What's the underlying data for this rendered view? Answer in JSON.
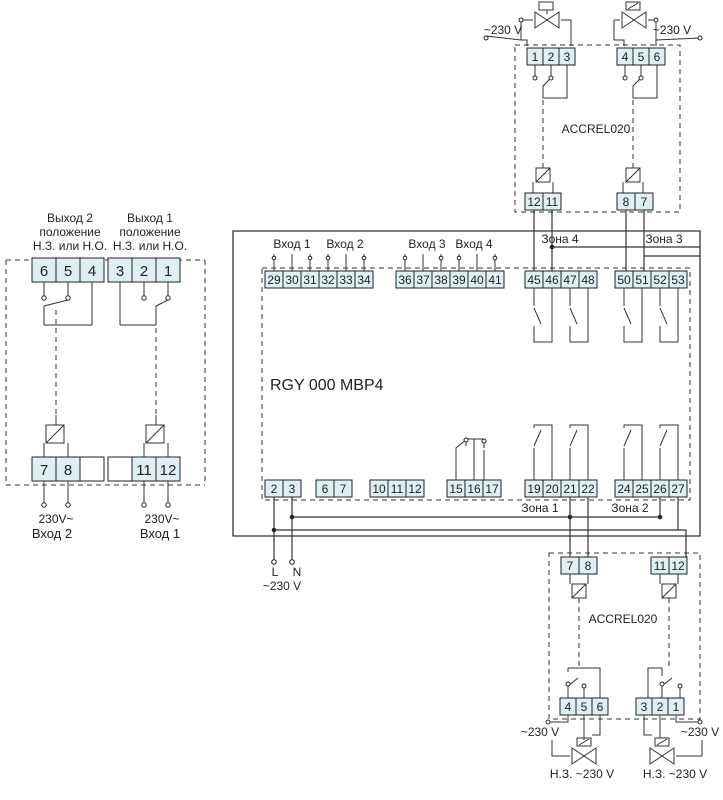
{
  "title": "RGY 000 MBP4",
  "labels": {
    "vyhod2": "Выход 2",
    "vyhod1": "Выход 1",
    "polozhenie": "положение",
    "nz_no": "Н.З. или Н.О.",
    "v230_top_left": "~230 V",
    "v230_top_right": "~230 V",
    "accrel_top": "ACCREL020",
    "accrel_bottom": "ACCREL020",
    "zona4": "Зона 4",
    "zona3": "Зона 3",
    "zona1": "Зона 1",
    "zona2": "Зона 2",
    "vhod1_top": "Вход 1",
    "vhod2_top": "Вход 2",
    "vhod3_top": "Вход 3",
    "vhod4_top": "Вход 4",
    "v230_left_a": "230V~",
    "v230_left_b": "230V~",
    "vhod2_bottom": "Вход 2",
    "vhod1_bottom": "Вход 1",
    "L": "L",
    "N": "N",
    "v230_LN": "~230 V",
    "v230_bot_left": "~230 V",
    "v230_bot_right": "~230 V",
    "nz230_left": "Н.З. ~230 V",
    "nz230_right": "Н.З. ~230 V"
  },
  "terminals": {
    "left_top": [
      "6",
      "5",
      "4",
      "3",
      "2",
      "1"
    ],
    "left_bottom": [
      "7",
      "8",
      "",
      "",
      "11",
      "12"
    ],
    "top_relay_a": [
      "1",
      "2",
      "3"
    ],
    "top_relay_b": [
      "4",
      "5",
      "6"
    ],
    "top_coil_a": [
      "12",
      "11"
    ],
    "top_coil_b": [
      "8",
      "7"
    ],
    "main_inputs_a": [
      "29",
      "30",
      "31",
      "32",
      "33",
      "34"
    ],
    "main_inputs_b": [
      "36",
      "37",
      "38",
      "39",
      "40",
      "41"
    ],
    "main_zone4": [
      "45",
      "46",
      "47",
      "48"
    ],
    "main_zone3": [
      "50",
      "51",
      "52",
      "53"
    ],
    "main_power": [
      "2",
      "3"
    ],
    "main_67": [
      "6",
      "7"
    ],
    "main_101112": [
      "10",
      "11",
      "12"
    ],
    "main_151617": [
      "15",
      "16",
      "17"
    ],
    "main_zone1": [
      "19",
      "20",
      "21",
      "22"
    ],
    "main_zone2": [
      "24",
      "25",
      "26",
      "27"
    ],
    "bot_coil_a": [
      "7",
      "8"
    ],
    "bot_coil_b": [
      "11",
      "12"
    ],
    "bot_relay_a": [
      "4",
      "5",
      "6"
    ],
    "bot_relay_b": [
      "3",
      "2",
      "1"
    ]
  }
}
